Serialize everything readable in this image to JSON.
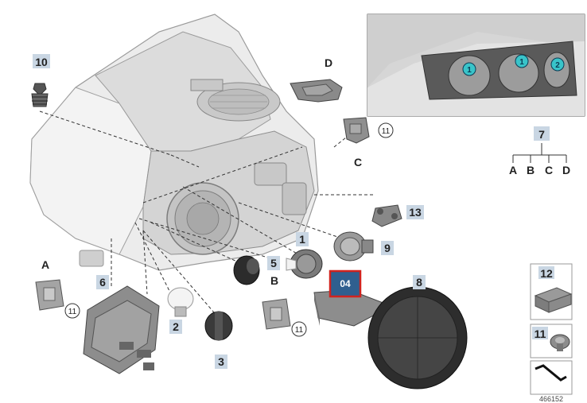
{
  "callouts": {
    "c1": "1",
    "c2": "2",
    "c3": "3",
    "c5": "5",
    "c6": "6",
    "c7": "7",
    "c8": "8",
    "c9": "9",
    "c10": "10",
    "c11_small": "11",
    "c12": "12",
    "c11_box": "11",
    "c13": "13",
    "selected": "04"
  },
  "letters": {
    "A": "A",
    "B": "B",
    "C": "C",
    "D": "D"
  },
  "refs11": {
    "r1": "11",
    "r2": "11",
    "r3": "11"
  },
  "tree7": {
    "root": "7",
    "leaves": [
      "A",
      "B",
      "C",
      "D"
    ]
  },
  "photo": {
    "marks": [
      "1",
      "1",
      "2"
    ]
  },
  "footer_id": "466152",
  "colors": {
    "callout_bg": "#c9d6e3",
    "selected_bg": "#2f5f8f",
    "selected_border": "#d0231f",
    "photo_marker": "#39c4c9"
  }
}
